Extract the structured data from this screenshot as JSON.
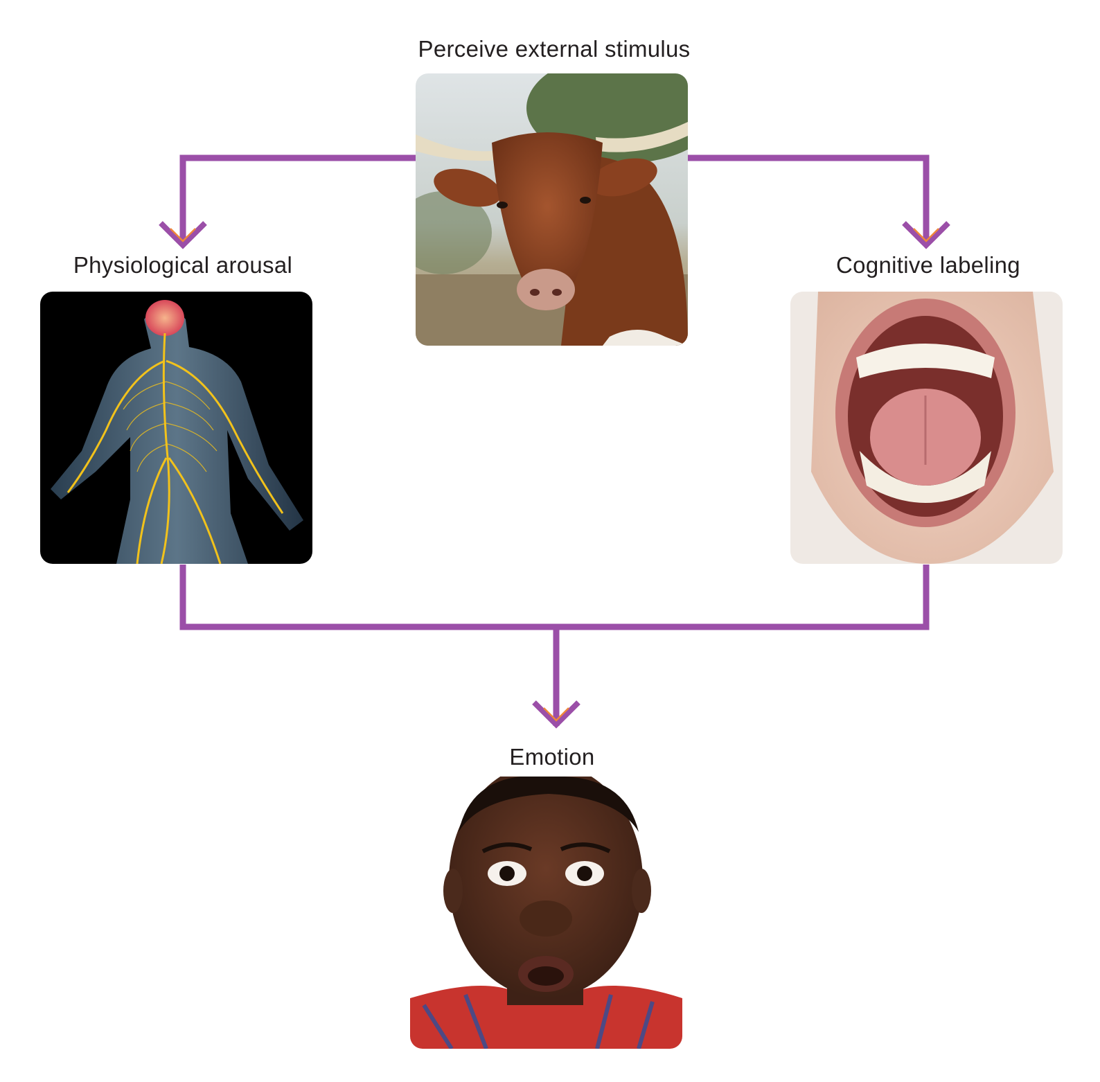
{
  "diagram": {
    "nodes": {
      "stimulus": {
        "label": "Perceive external stimulus",
        "image": "longhorn-bull-photo"
      },
      "arousal": {
        "label": "Physiological arousal",
        "image": "nervous-system-body-photo"
      },
      "labeling": {
        "label": "Cognitive labeling",
        "image": "screaming-mouth-photo"
      },
      "emotion": {
        "label": "Emotion",
        "image": "surprised-man-photo"
      }
    },
    "edges": [
      {
        "from": "stimulus",
        "to": "arousal"
      },
      {
        "from": "stimulus",
        "to": "labeling"
      },
      {
        "from": "arousal",
        "to": "emotion"
      },
      {
        "from": "labeling",
        "to": "emotion"
      }
    ],
    "colors": {
      "connector": "#9b4fa8",
      "arrowhead_inner": "#f0883a",
      "text": "#231f20"
    }
  }
}
